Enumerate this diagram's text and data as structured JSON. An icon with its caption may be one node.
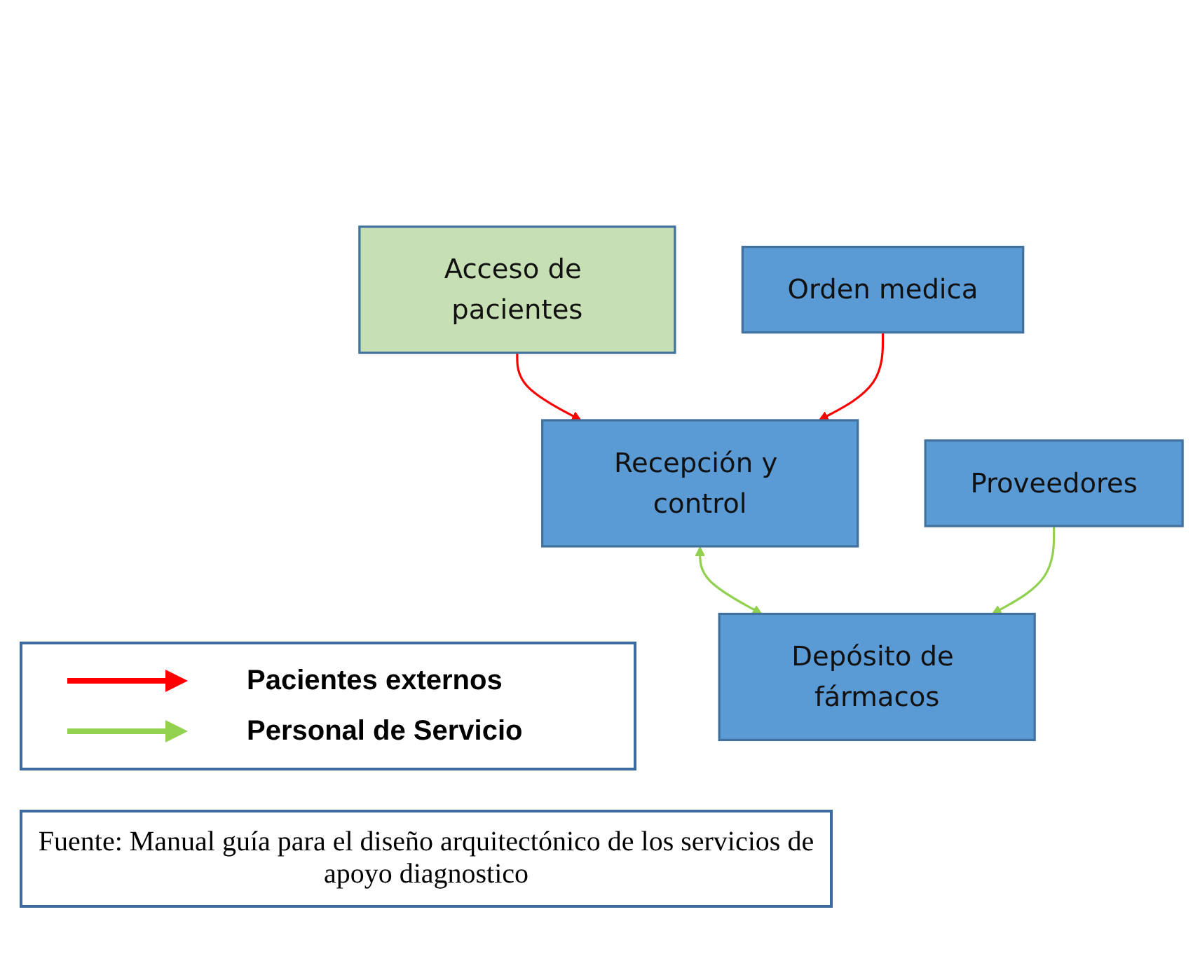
{
  "diagram": {
    "caption": "Fuente: Manual guía para el diseño arquitectónico  de los servicios de apoyo diagnostico",
    "nodes": [
      {
        "text": [
          "Acceso de pacientes"
        ]
      },
      {
        "text": [
          "Orden medica"
        ]
      },
      {
        "text": [
          "Recepción y control"
        ]
      },
      {
        "text": [
          "Depósito de fármacos"
        ]
      },
      {
        "text": [
          "Proveedores"
        ]
      }
    ],
    "edges": [
      {
        "from": 0,
        "to": 2,
        "arrow": "to",
        "color": "#ff0000"
      },
      {
        "from": 1,
        "to": 2,
        "arrow": "to",
        "color": "#ff0000"
      },
      {
        "from": 2,
        "to": 3,
        "arrow": "both",
        "color": "#92d050"
      },
      {
        "from": 4,
        "to": 3,
        "arrow": "to",
        "color": "#92d050"
      }
    ],
    "legend": [
      {
        "text": "Pacientes externos"
      },
      {
        "text": "Personal de Servicio"
      }
    ]
  }
}
